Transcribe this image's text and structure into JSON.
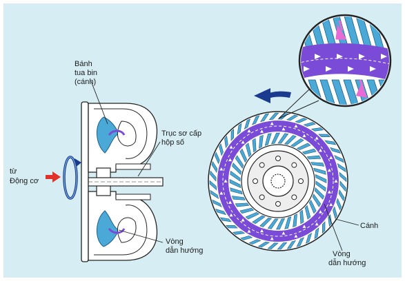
{
  "labels": {
    "turbine_line1": "Bánh",
    "turbine_line2": "tua bin",
    "turbine_line3": "(cánh)",
    "shaft_line1": "Trục sơ cấp",
    "shaft_line2": "hộp số",
    "from_line1": "từ",
    "from_line2": "Động cơ",
    "guide_left_line1": "Vòng",
    "guide_left_line2": "dẫn hướng",
    "blade_right": "Cánh",
    "guide_right_line1": "Vòng",
    "guide_right_line2": "dẫn hướng"
  },
  "colors": {
    "background": "#d6eef3",
    "outer_border": "#ffffff",
    "blade_blue": "#4aa9d6",
    "guide_purple": "#7a4bd6",
    "rotation_arrow": "#1b3b8f",
    "input_arrow": "#e0312b",
    "flow_arrow_pink": "#e86ad4"
  },
  "icons": {
    "input_arrow": "red-right-arrow-icon",
    "rotation": "curved-rotation-arrow-icon",
    "direction": "left-direction-arrow-icon"
  }
}
